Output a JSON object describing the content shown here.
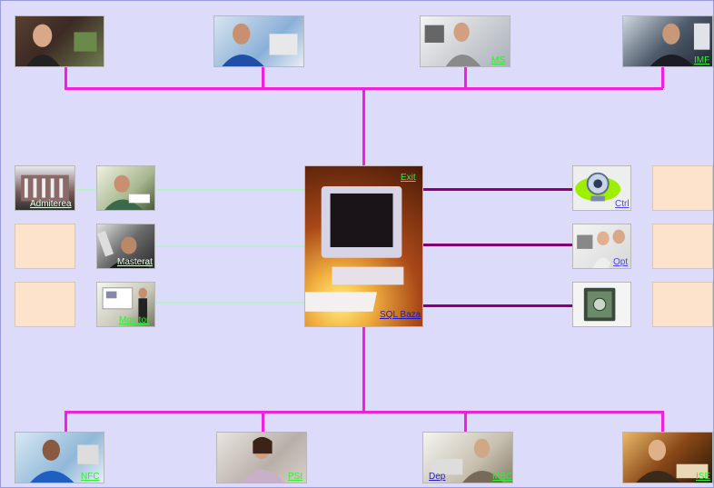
{
  "top_row": [
    {
      "id": "t1",
      "label": "",
      "tone": "#3b2a24"
    },
    {
      "id": "t2",
      "label": "",
      "tone": "#5b86b8"
    },
    {
      "id": "t3",
      "label": "MS",
      "tone": "#8a96a0"
    },
    {
      "id": "t4",
      "label": "IMF",
      "tone": "#2e3a4a"
    }
  ],
  "left_outer": [
    {
      "id": "admiterea",
      "label": "Admiterea"
    }
  ],
  "left_inner": [
    {
      "id": "l1",
      "label": ""
    },
    {
      "id": "masterat",
      "label": "Masterat"
    },
    {
      "id": "monitor",
      "label": "Monitor"
    }
  ],
  "center": {
    "exit_label": "Exit",
    "sql_label": "SQL Baza"
  },
  "right_inner": [
    {
      "id": "ctrl",
      "label": "Ctrl"
    },
    {
      "id": "opt",
      "label": "Opt"
    },
    {
      "id": "r3",
      "label": ""
    }
  ],
  "bottom_row": [
    {
      "id": "nfc",
      "label": "NFC"
    },
    {
      "id": "psi",
      "label": "PSI"
    },
    {
      "id": "dep",
      "label": "Dep",
      "label2": "MBC"
    },
    {
      "id": "ise",
      "label": "ISE"
    }
  ],
  "colors": {
    "background": "#dcdcfa",
    "connector_main": "#ee22dd",
    "connector_right": "#880077",
    "connector_left": "#b8f0c8",
    "placeholder_box": "#fde3cb"
  }
}
